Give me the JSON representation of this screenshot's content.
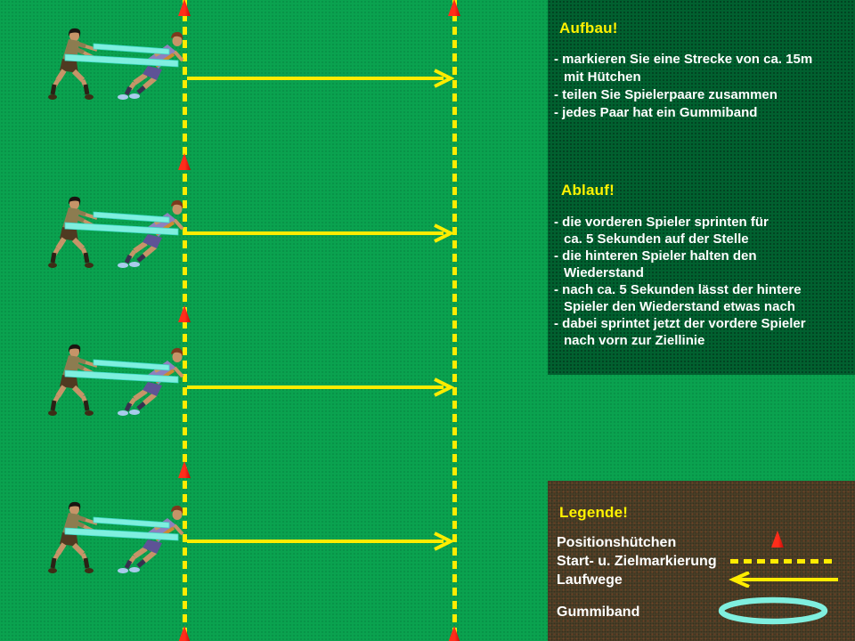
{
  "info_panel": {
    "aufbau_title": "Aufbau!",
    "aufbau_lines": [
      "- markieren Sie eine Strecke von ca. 15m",
      "mit Hütchen",
      "- teilen Sie Spielerpaare zusammen",
      "- jedes Paar hat ein Gummiband"
    ],
    "ablauf_title": "Ablauf!",
    "ablauf_lines": [
      "- die vorderen Spieler sprinten für",
      "ca. 5 Sekunden auf der Stelle",
      "- die hinteren Spieler halten den",
      "Wiederstand",
      "- nach ca. 5 Sekunden lässt der hintere",
      "Spieler den Wiederstand etwas nach",
      "- dabei sprintet jetzt der vordere Spieler",
      "nach vorn zur Ziellinie"
    ]
  },
  "legend": {
    "title": "Legende!",
    "items": [
      {
        "label": "Positionshütchen",
        "icon": "cone-icon"
      },
      {
        "label": "Start- u. Zielmarkierung",
        "icon": "dashed-line-icon"
      },
      {
        "label": "Laufwege",
        "icon": "arrow-left-icon"
      },
      {
        "label": "Gummiband",
        "icon": "band-loop-icon"
      }
    ]
  },
  "field": {
    "player_pairs": 4,
    "run_arrows": 4,
    "cones_start_line": 5,
    "cones_finish_line": 2
  },
  "colors": {
    "field_green": "#0AA24F",
    "panel_green": "#01602F",
    "panel_brown": "#4D4229",
    "line_yellow": "#FFEC00",
    "title_yellow": "#FFF200",
    "text_white": "#FFFFFF",
    "cone_red": "#E51212",
    "band_cyan": "#7FEFDF"
  }
}
